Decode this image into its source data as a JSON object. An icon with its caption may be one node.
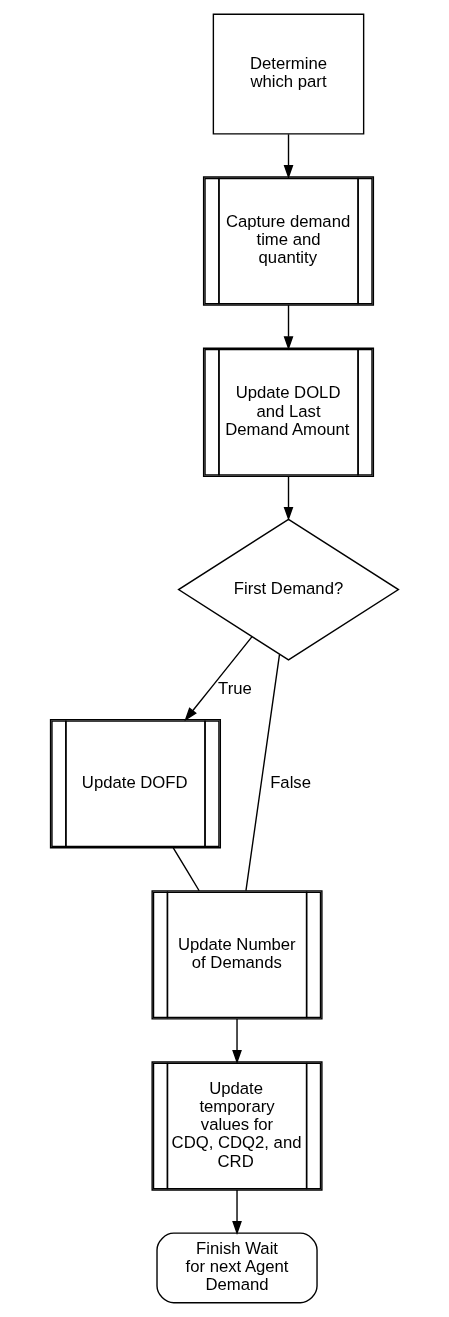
{
  "diagram": {
    "nodes": [
      {
        "text": [
          "Determine which part"
        ]
      },
      {
        "text": [
          "Capture demand time and quantity"
        ]
      },
      {
        "text": [
          "Update DOLD and Last Demand Amount"
        ]
      },
      {
        "text": [
          "First Demand?"
        ]
      },
      {
        "text": [
          "Update DOFD"
        ]
      },
      {
        "text": [
          "Update Number of Demands"
        ]
      },
      {
        "text": [
          "Update temporary values for CDQ, CDQ2, and CRD"
        ]
      },
      {
        "text": [
          "Finish Wait for next Agent Demand"
        ]
      }
    ],
    "edges": [
      {
        "from": 0,
        "to": 1,
        "arrow": "to"
      },
      {
        "from": 1,
        "to": 2,
        "arrow": "to"
      },
      {
        "from": 2,
        "to": 3,
        "arrow": "to"
      },
      {
        "from": 3,
        "to": 4,
        "arrow": "to",
        "label": "True"
      },
      {
        "from": 3,
        "to": 5,
        "arrow": "none",
        "label": "False"
      },
      {
        "from": 4,
        "to": 5,
        "arrow": "none"
      },
      {
        "from": 5,
        "to": 6,
        "arrow": "to"
      },
      {
        "from": 6,
        "to": 7,
        "arrow": "to"
      }
    ]
  }
}
